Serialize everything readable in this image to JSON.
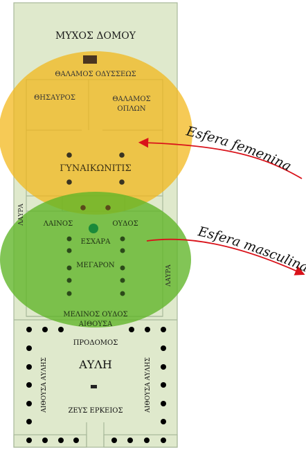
{
  "labels": {
    "mychos_domou": "ΜΥΧΟΣ ΔΟΜΟΥ",
    "thalamos_odysseos": "ΘΑΛΑΜΟΣ ΟΔΥΣΣΕΩΣ",
    "thesavros": "ΘΗΣΑΥΡΟΣ",
    "thalamos": "ΘΑΛΑΜΟΣ",
    "oplon": "ΟΠΛΩΝ",
    "gynaikonitis": "ΓΥΝΑΙΚΩΝΙΤΙΣ",
    "laura_left": "ΛΑΥΡΑ",
    "laura_right": "ΛΑΥΡΑ",
    "lainos": "ΛΑΙΝΟΣ",
    "oudos": "ΟΥΔΟΣ",
    "eschara": "ΕΣΧΑΡΑ",
    "megaron": "ΜΕΓΑΡΟΝ",
    "melinos_oudos": "ΜΕΛΙΝΟΣ ΟΥΔΟΣ",
    "aithousa": "ΑΙΘΟΥΣΑ",
    "prodomos": "ΠΡΟΔΟΜΟΣ",
    "avli": "ΑΥΛΗ",
    "aithousa_avlis_left": "ΑΙΘΟΥΣΑ ΑΥΛΗΣ",
    "aithousa_avlis_right": "ΑΙΘΟΥΣΑ ΑΥΛΗΣ",
    "zeus_erkeios": "ΖΕΥΣ ΕΡΚΕΙΟΣ"
  },
  "annotations": {
    "esfera_femenina": "Esfera femenina",
    "esfera_masculina": "Esfera masculina"
  },
  "colors": {
    "building_fill": "#dfe9cc",
    "wall_stroke": "#a8b89a",
    "female_zone": "#f2b515",
    "male_zone": "#5fb526",
    "column": "#3a3422",
    "hearth": "#1a8a3a",
    "arrow": "#d9121a",
    "altar": "#222222",
    "court_column": "#000000"
  }
}
